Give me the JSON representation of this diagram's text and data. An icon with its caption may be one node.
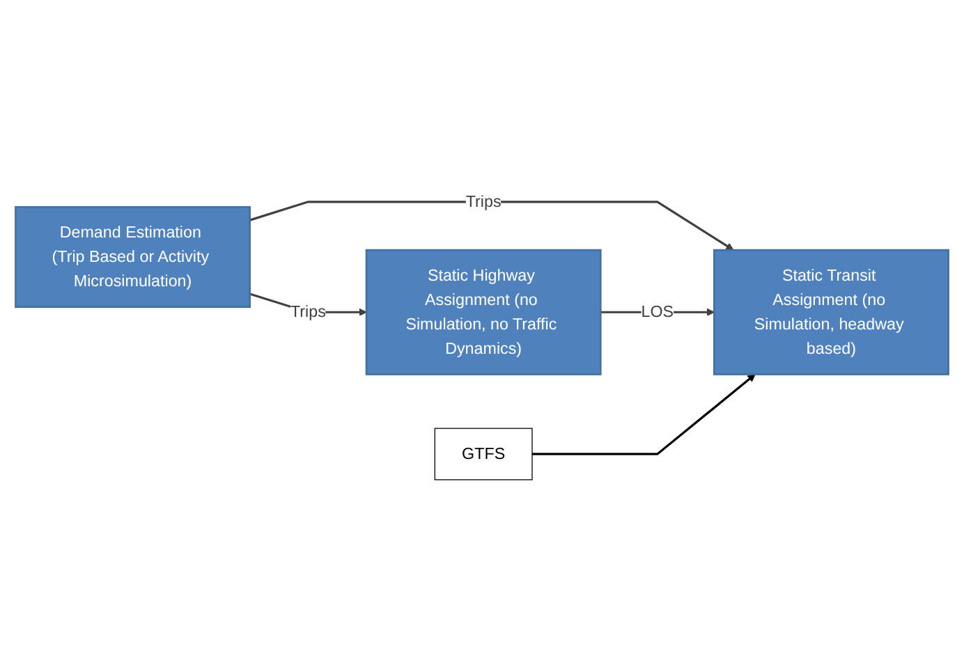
{
  "diagram": {
    "nodes": [
      {
        "text": [
          "Demand Estimation (Trip Based or Activity Microsimulation)"
        ]
      },
      {
        "text": [
          "Static Transit Assignment (no Simulation, headway based)"
        ]
      },
      {
        "text": [
          "Static Highway Assignment (no Simulation, no Traffic Dynamics)"
        ]
      },
      {
        "text": [
          "GTFS"
        ]
      }
    ],
    "edges": [
      {
        "from": 0,
        "to": 1,
        "label": "Trips",
        "arrow": "to"
      },
      {
        "from": 0,
        "to": 2,
        "label": "Trips",
        "arrow": "to"
      },
      {
        "from": 2,
        "to": 1,
        "label": "LOS",
        "arrow": "to"
      },
      {
        "from": 3,
        "to": 1,
        "arrow": "to",
        "color": "#000000"
      }
    ]
  }
}
